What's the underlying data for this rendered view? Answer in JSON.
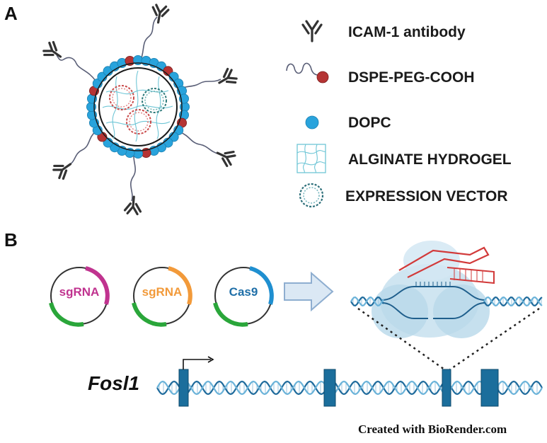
{
  "panels": {
    "a": "A",
    "b": "B"
  },
  "legend": [
    {
      "icon": "antibody-icon",
      "label": "ICAM-1 antibody"
    },
    {
      "icon": "dspe-peg-icon",
      "label": "DSPE-PEG-COOH"
    },
    {
      "icon": "dopc-icon",
      "label": "DOPC"
    },
    {
      "icon": "hydrogel-icon",
      "label": "ALGINATE HYDROGEL"
    },
    {
      "icon": "expression-vector-icon",
      "label": "EXPRESSION VECTOR"
    }
  ],
  "plasmids": [
    {
      "label": "sgRNA",
      "color": "#c0338f"
    },
    {
      "label": "sgRNA",
      "color": "#f29a3a"
    },
    {
      "label": "Cas9",
      "color": "#1f8fd0"
    }
  ],
  "gene": {
    "name": "Fosl1"
  },
  "credit": "Created with BioRender.com",
  "colors": {
    "lipid": "#29a3dc",
    "dspe": "#b53434",
    "exon": "#1b6e9c",
    "plasmid_green": "#2aa63a"
  }
}
